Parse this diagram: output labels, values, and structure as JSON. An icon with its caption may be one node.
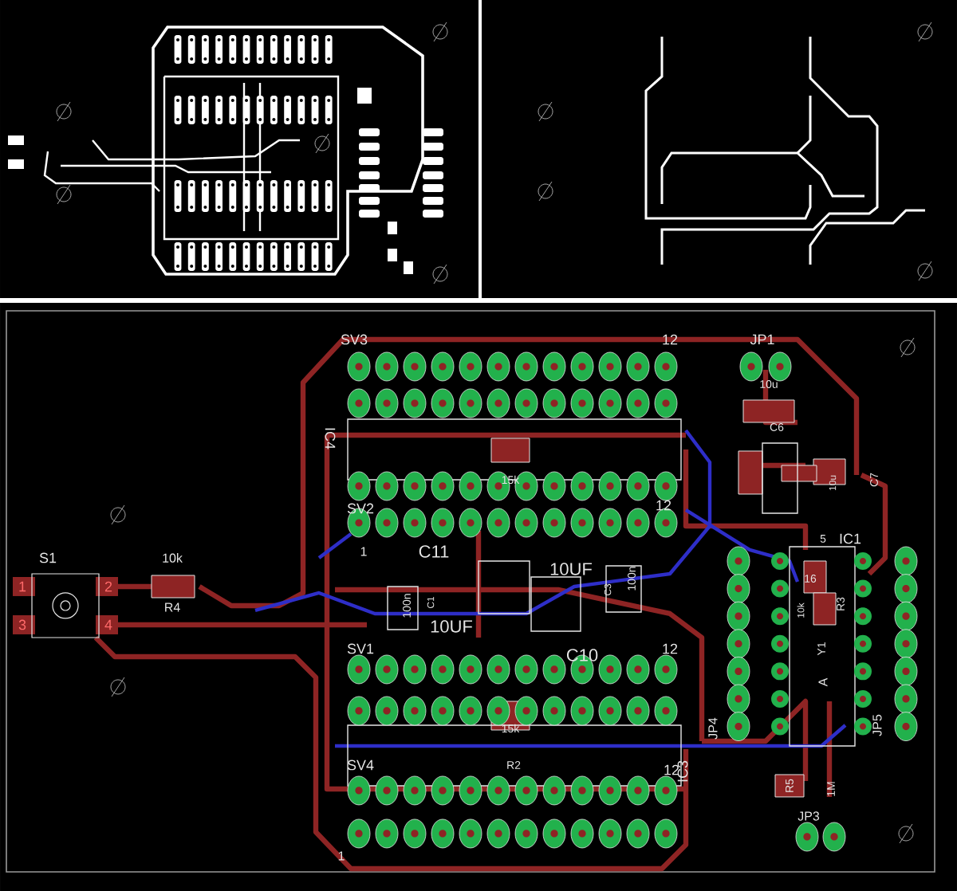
{
  "diagram": {
    "labels": [
      "SV3",
      "12",
      "JP1",
      "10u",
      "C6",
      "IC4",
      "15k",
      "SV2",
      "12",
      "1",
      "C11",
      "10UF",
      "100n",
      "C1",
      "100n",
      "C3",
      "10UF",
      "C10",
      "SV1",
      "12",
      "15k",
      "R2",
      "IC3",
      "JP4",
      "SV4",
      "12",
      "1",
      "10u",
      "C7",
      "5",
      "IC1",
      "16",
      "10k",
      "R3",
      "Y1",
      "A",
      "JP5",
      "R5",
      "1M",
      "JP3",
      "S1",
      "1",
      "2",
      "3",
      "4",
      "10k",
      "R4"
    ]
  }
}
